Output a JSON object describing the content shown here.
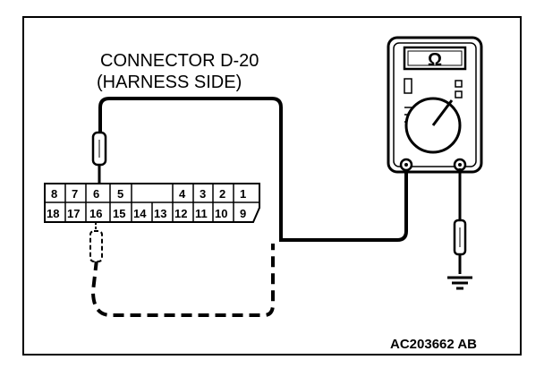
{
  "title_line1": "CONNECTOR D-20",
  "title_line2": "(HARNESS SIDE)",
  "meter_symbol": "Ω",
  "connector": {
    "top_row": [
      "8",
      "7",
      "6",
      "5",
      "",
      "4",
      "3",
      "2",
      "1"
    ],
    "bottom_row": [
      "18",
      "17",
      "16",
      "15",
      "14",
      "13",
      "12",
      "11",
      "10",
      "9"
    ]
  },
  "figure_code": "AC203662 AB"
}
